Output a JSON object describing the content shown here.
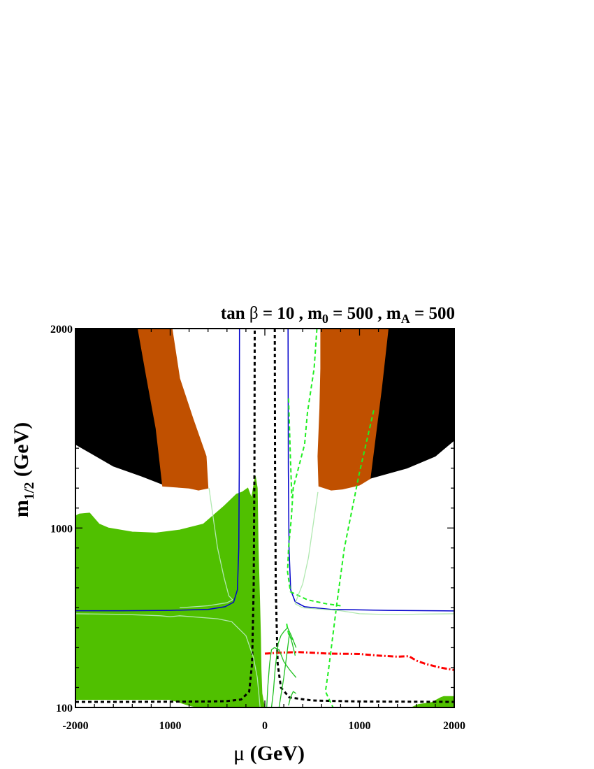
{
  "chart_data": {
    "type": "contour",
    "title": {
      "prefix": "tan ",
      "beta": "β",
      "mid1": " = 10 ,  m",
      "sub0": "0",
      "mid2": " = 500 , m",
      "subA": "A",
      "end": " = 500"
    },
    "xlabel": {
      "mu": "μ",
      "rest": " (GeV)"
    },
    "ylabel": {
      "m": "m",
      "sub": "1/2",
      "rest": " (GeV)"
    },
    "xlim": [
      -2000,
      2000
    ],
    "ylim": [
      100,
      2000
    ],
    "x_ticks": [
      {
        "value": -2000,
        "label": "-2000"
      },
      {
        "value": -1000,
        "label": "1000"
      },
      {
        "value": 0,
        "label": "0"
      },
      {
        "value": 1000,
        "label": "1000"
      },
      {
        "value": 2000,
        "label": "2000"
      }
    ],
    "y_ticks": [
      {
        "value": 100,
        "label": "100"
      },
      {
        "value": 1000,
        "label": "1000"
      },
      {
        "value": 2000,
        "label": "2000"
      }
    ],
    "colors": {
      "black_region": "#000000",
      "brown_region": "#c05000",
      "green_region": "#50c000",
      "blue_line": "#0000cc",
      "black_dashed": "#000000",
      "red_dashdot": "#ff0000",
      "green_dashed": "#22ee22",
      "green_thin": "#20c020",
      "pale_green": "#b0e8b0"
    },
    "regions": [
      {
        "name": "black-region-left",
        "color": "black_region",
        "points": [
          [
            -2000,
            2000
          ],
          [
            -1170,
            2000
          ],
          [
            -1080,
            1550
          ],
          [
            -1030,
            1210
          ],
          [
            -1300,
            1260
          ],
          [
            -1600,
            1310
          ],
          [
            -2000,
            1420
          ]
        ]
      },
      {
        "name": "brown-region-left",
        "color": "brown_region",
        "points": [
          [
            -1340,
            2000
          ],
          [
            -980,
            2000
          ],
          [
            -900,
            1750
          ],
          [
            -760,
            1550
          ],
          [
            -620,
            1360
          ],
          [
            -600,
            1200
          ],
          [
            -700,
            1190
          ],
          [
            -800,
            1200
          ],
          [
            -1080,
            1210
          ],
          [
            -1150,
            1500
          ],
          [
            -1250,
            1760
          ]
        ]
      },
      {
        "name": "brown-region-right",
        "color": "brown_region",
        "points": [
          [
            590,
            2000
          ],
          [
            1310,
            2000
          ],
          [
            1240,
            1700
          ],
          [
            1120,
            1250
          ],
          [
            1000,
            1215
          ],
          [
            820,
            1195
          ],
          [
            700,
            1190
          ],
          [
            570,
            1210
          ],
          [
            560,
            1360
          ],
          [
            580,
            1600
          ],
          [
            590,
            1800
          ]
        ]
      },
      {
        "name": "black-region-right",
        "color": "black_region",
        "points": [
          [
            1310,
            2000
          ],
          [
            2000,
            2000
          ],
          [
            2000,
            1440
          ],
          [
            1800,
            1360
          ],
          [
            1500,
            1300
          ],
          [
            1120,
            1250
          ],
          [
            1240,
            1700
          ]
        ]
      },
      {
        "name": "green-region-left",
        "color": "green_region",
        "points": [
          [
            -2000,
            1060
          ],
          [
            -1960,
            1070
          ],
          [
            -1850,
            1075
          ],
          [
            -1750,
            1020
          ],
          [
            -1650,
            1000
          ],
          [
            -1400,
            980
          ],
          [
            -1150,
            975
          ],
          [
            -900,
            990
          ],
          [
            -650,
            1020
          ],
          [
            -430,
            1110
          ],
          [
            -300,
            1170
          ],
          [
            -240,
            1180
          ],
          [
            -180,
            1200
          ],
          [
            -140,
            1150
          ],
          [
            -100,
            1260
          ],
          [
            -80,
            1200
          ],
          [
            -70,
            900
          ],
          [
            -55,
            650
          ],
          [
            -45,
            450
          ],
          [
            -40,
            290
          ],
          [
            -30,
            170
          ],
          [
            -15,
            130
          ],
          [
            0,
            100
          ],
          [
            -700,
            100
          ],
          [
            -800,
            110
          ],
          [
            -1000,
            140
          ],
          [
            -1500,
            140
          ],
          [
            -2000,
            140
          ]
        ]
      },
      {
        "name": "green-region-bottom-right",
        "color": "green_region",
        "points": [
          [
            1550,
            100
          ],
          [
            1620,
            115
          ],
          [
            1760,
            125
          ],
          [
            1860,
            150
          ],
          [
            1890,
            155
          ],
          [
            2000,
            155
          ],
          [
            2000,
            100
          ]
        ]
      }
    ],
    "series": [
      {
        "name": "blue-line-left",
        "color": "blue_line",
        "dash": "",
        "width": 1.5,
        "points": [
          [
            -2000,
            585
          ],
          [
            -1500,
            585
          ],
          [
            -1000,
            587
          ],
          [
            -600,
            592
          ],
          [
            -420,
            605
          ],
          [
            -330,
            628
          ],
          [
            -290,
            690
          ],
          [
            -275,
            900
          ],
          [
            -270,
            1300
          ],
          [
            -268,
            2000
          ]
        ]
      },
      {
        "name": "blue-line-right",
        "color": "blue_line",
        "dash": "",
        "width": 1.5,
        "points": [
          [
            245,
            2000
          ],
          [
            248,
            1300
          ],
          [
            255,
            900
          ],
          [
            272,
            690
          ],
          [
            320,
            630
          ],
          [
            420,
            605
          ],
          [
            700,
            592
          ],
          [
            1300,
            587
          ],
          [
            2000,
            584
          ]
        ]
      },
      {
        "name": "black-dashed-left",
        "color": "black_dashed",
        "dash": "5 4",
        "width": 3,
        "points": [
          [
            -2000,
            128
          ],
          [
            -1500,
            128
          ],
          [
            -1000,
            129
          ],
          [
            -600,
            130
          ],
          [
            -400,
            132
          ],
          [
            -250,
            140
          ],
          [
            -165,
            180
          ],
          [
            -135,
            320
          ],
          [
            -118,
            700
          ],
          [
            -110,
            1300
          ],
          [
            -107,
            2000
          ]
        ]
      },
      {
        "name": "black-dashed-right",
        "color": "black_dashed",
        "dash": "5 4",
        "width": 3,
        "points": [
          [
            105,
            2000
          ],
          [
            108,
            1300
          ],
          [
            115,
            700
          ],
          [
            135,
            320
          ],
          [
            170,
            200
          ],
          [
            260,
            150
          ],
          [
            500,
            135
          ],
          [
            1000,
            130
          ],
          [
            2000,
            128
          ]
        ]
      },
      {
        "name": "red-dashdot",
        "color": "red_dashdot",
        "dash": "8 3 2 3",
        "width": 3,
        "points": [
          [
            0,
            370
          ],
          [
            150,
            375
          ],
          [
            350,
            378
          ],
          [
            600,
            372
          ],
          [
            700,
            370
          ],
          [
            1000,
            368
          ],
          [
            1200,
            360
          ],
          [
            1400,
            355
          ],
          [
            1500,
            357
          ],
          [
            1530,
            355
          ],
          [
            1600,
            335
          ],
          [
            1700,
            318
          ],
          [
            1850,
            300
          ],
          [
            2000,
            288
          ]
        ]
      },
      {
        "name": "green-dashed-a",
        "color": "green_dashed",
        "dash": "6 4",
        "width": 2,
        "points": [
          [
            550,
            2000
          ],
          [
            520,
            1800
          ],
          [
            450,
            1580
          ],
          [
            420,
            1420
          ],
          [
            300,
            1200
          ],
          [
            280,
            1050
          ],
          [
            250,
            900
          ],
          [
            240,
            780
          ],
          [
            270,
            680
          ],
          [
            450,
            640
          ],
          [
            650,
            620
          ],
          [
            800,
            610
          ]
        ]
      },
      {
        "name": "green-dashed-b",
        "color": "green_dashed",
        "dash": "6 4",
        "width": 2,
        "points": [
          [
            250,
            1650
          ],
          [
            270,
            1350
          ],
          [
            285,
            1150
          ]
        ]
      },
      {
        "name": "green-dashed-c",
        "color": "green_dashed",
        "dash": "6 4",
        "width": 2,
        "points": [
          [
            1150,
            1590
          ],
          [
            1000,
            1280
          ],
          [
            840,
            900
          ],
          [
            760,
            620
          ],
          [
            710,
            430
          ],
          [
            670,
            280
          ],
          [
            640,
            180
          ],
          [
            720,
            100
          ]
        ]
      },
      {
        "name": "green-dashed-d",
        "color": "green_dashed",
        "dash": "6 4",
        "width": 2,
        "points": [
          [
            230,
            520
          ],
          [
            250,
            470
          ],
          [
            270,
            450
          ],
          [
            300,
            440
          ]
        ]
      },
      {
        "name": "green-thin-1",
        "color": "green_thin",
        "dash": "",
        "width": 1.3,
        "points": [
          [
            20,
            100
          ],
          [
            30,
            200
          ],
          [
            50,
            320
          ],
          [
            70,
            390
          ],
          [
            100,
            400
          ],
          [
            150,
            390
          ],
          [
            200,
            330
          ],
          [
            260,
            290
          ],
          [
            330,
            250
          ]
        ]
      },
      {
        "name": "green-thin-2",
        "color": "green_thin",
        "dash": "",
        "width": 1.3,
        "points": [
          [
            70,
            100
          ],
          [
            90,
            180
          ],
          [
            110,
            300
          ],
          [
            140,
            420
          ],
          [
            170,
            460
          ],
          [
            200,
            480
          ],
          [
            240,
            500
          ],
          [
            280,
            460
          ],
          [
            330,
            400
          ]
        ]
      },
      {
        "name": "green-thin-3",
        "color": "green_thin",
        "dash": "",
        "width": 1.3,
        "points": [
          [
            150,
            100
          ],
          [
            170,
            160
          ],
          [
            200,
            250
          ],
          [
            230,
            360
          ],
          [
            260,
            470
          ],
          [
            290,
            420
          ],
          [
            320,
            360
          ]
        ]
      },
      {
        "name": "green-thin-4",
        "color": "green_thin",
        "dash": "",
        "width": 1.3,
        "points": [
          [
            250,
            110
          ],
          [
            270,
            150
          ],
          [
            300,
            180
          ],
          [
            330,
            170
          ]
        ]
      },
      {
        "name": "pale-line-left-upper",
        "color": "pale_green",
        "dash": "",
        "width": 1.3,
        "points": [
          [
            -590,
            1200
          ],
          [
            -560,
            1100
          ],
          [
            -500,
            900
          ],
          [
            -430,
            750
          ],
          [
            -380,
            660
          ],
          [
            -340,
            640
          ],
          [
            -400,
            625
          ],
          [
            -600,
            610
          ],
          [
            -900,
            600
          ]
        ]
      },
      {
        "name": "pale-line-left-lower",
        "color": "pale_green",
        "dash": "",
        "width": 1.3,
        "points": [
          [
            -2000,
            570
          ],
          [
            -1500,
            567
          ],
          [
            -1100,
            560
          ],
          [
            -1000,
            555
          ],
          [
            -900,
            560
          ],
          [
            -500,
            545
          ],
          [
            -350,
            530
          ],
          [
            -200,
            460
          ],
          [
            -120,
            350
          ],
          [
            -80,
            250
          ],
          [
            -60,
            150
          ],
          [
            -50,
            100
          ]
        ]
      },
      {
        "name": "pale-line-right",
        "color": "pale_green",
        "dash": "",
        "width": 1.3,
        "points": [
          [
            560,
            1180
          ],
          [
            520,
            1050
          ],
          [
            460,
            850
          ],
          [
            400,
            720
          ],
          [
            350,
            660
          ],
          [
            320,
            620
          ],
          [
            400,
            600
          ],
          [
            800,
            585
          ],
          [
            1000,
            570
          ],
          [
            1400,
            565
          ],
          [
            1600,
            568
          ],
          [
            2000,
            570
          ]
        ]
      }
    ]
  }
}
